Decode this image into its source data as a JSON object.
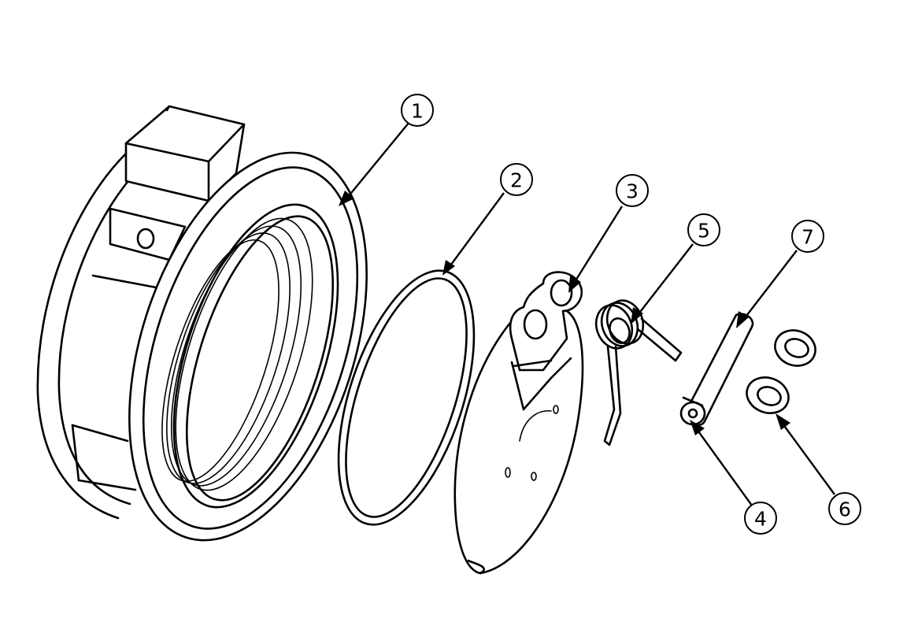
{
  "diagram": {
    "callouts": [
      {
        "part": "nut",
        "label": "1"
      },
      {
        "part": "o-ring",
        "label": "2"
      },
      {
        "part": "flapper-disc",
        "label": "3"
      },
      {
        "part": "pin-end",
        "label": "4"
      },
      {
        "part": "torsion-spring",
        "label": "5"
      },
      {
        "part": "washers",
        "label": "6"
      },
      {
        "part": "hinge-pin",
        "label": "7"
      }
    ]
  }
}
